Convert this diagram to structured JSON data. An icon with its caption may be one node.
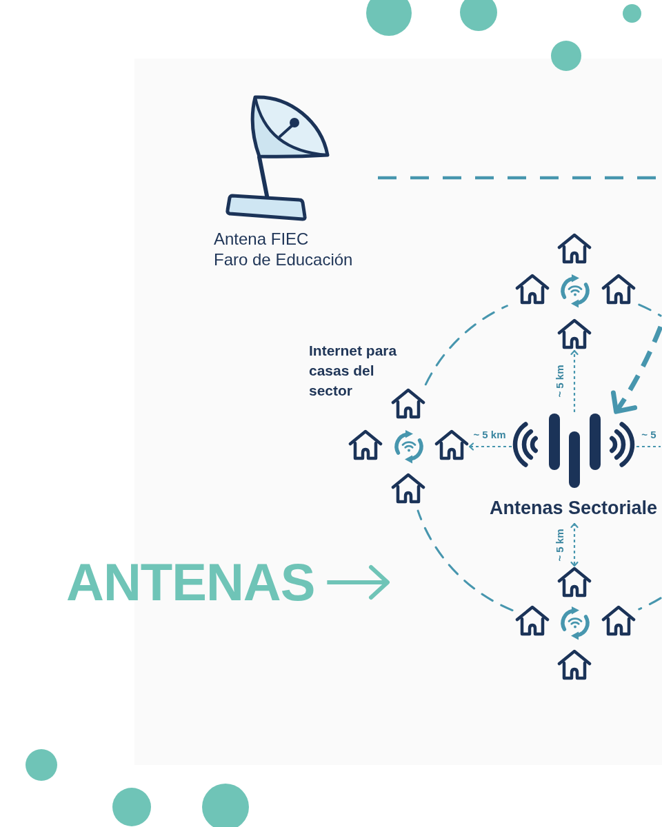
{
  "diagram": {
    "nodes": [
      {
        "text": [
          "Antena FIEC",
          "Faro de Educación"
        ]
      },
      {
        "text": [],
        "shape": "house"
      },
      {
        "text": [],
        "shape": "house"
      },
      {
        "text": [],
        "shape": "house"
      },
      {
        "text": [],
        "shape": "house"
      },
      {
        "text": [],
        "shape": "house"
      },
      {
        "text": [],
        "shape": "house"
      },
      {
        "text": [],
        "shape": "house"
      },
      {
        "text": [],
        "shape": "house"
      },
      {
        "text": [],
        "shape": "picture",
        "beside": [
          "Antenas Sectoriale"
        ]
      },
      {
        "text": [
          "ANTENAS"
        ]
      },
      {
        "text": [],
        "shape": "house"
      },
      {
        "text": [],
        "shape": "house"
      },
      {
        "text": [],
        "shape": "house"
      },
      {
        "text": [],
        "shape": "house"
      }
    ],
    "edges": [
      {
        "from": 0,
        "to": null,
        "arrow": "none",
        "style": "dashed"
      },
      {
        "from": null,
        "to": 9,
        "arrow": "to",
        "style": "dashed"
      },
      {
        "from": 9,
        "to": 7,
        "arrow": "to",
        "style": "dashed",
        "label": "~ 5 km"
      },
      {
        "from": 9,
        "to": 4,
        "arrow": "to",
        "style": "dashed",
        "label": "~ 5 km"
      },
      {
        "from": 9,
        "to": 11,
        "arrow": "both",
        "style": "dashed",
        "label": "~ 5 km"
      },
      {
        "from": 9,
        "to": null,
        "arrow": "none",
        "style": "dashed",
        "label": "~ 5"
      },
      {
        "from": 10,
        "to": null,
        "arrow": "to",
        "style": "thick",
        "color": "#6fc4b7"
      }
    ],
    "labels": [
      "Internet para casas del sector"
    ]
  }
}
